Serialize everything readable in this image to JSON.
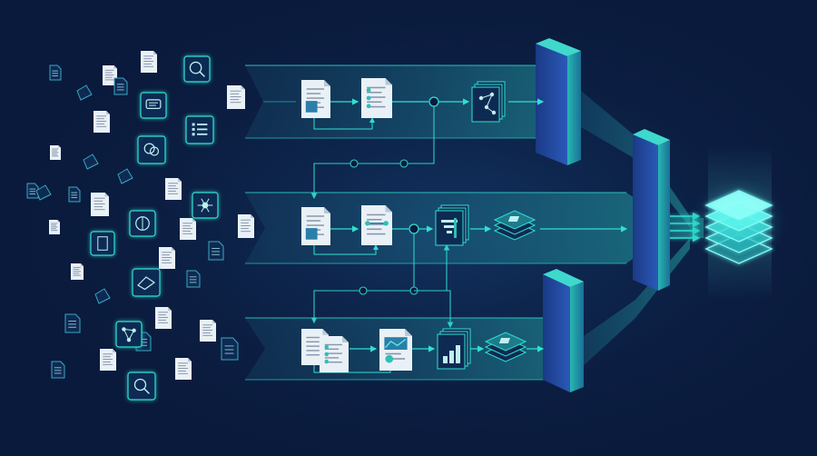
{
  "title": "",
  "colors": {
    "background": "#0a1a3c",
    "background_glow": "#123a5c",
    "teal": "#2fe0d0",
    "teal_dim": "#1a8f98",
    "doc_white": "#e9f1f7",
    "doc_lines": "#7d8ca3",
    "pillar_blue": "#1b3d8c",
    "pillar_teal": "#2fbfb5",
    "stack_glow": "#5ff5ee"
  },
  "icons": {
    "scattered": [
      "document-icon",
      "chat-bubble-icon",
      "search-chart-icon",
      "checklist-icon",
      "gear-network-icon",
      "brain-icon",
      "bird-icon",
      "molecule-icon",
      "magnify-icon",
      "mini-doc-icon"
    ],
    "pipeline": [
      "document-icon",
      "search-document-icon",
      "checklist-document-icon",
      "chart-document-icon",
      "network-stack-icon",
      "bar-chart-stack-icon",
      "layer-stack-icon",
      "funnel-chart-stack-icon"
    ],
    "output": "glowing-layer-stack-icon"
  },
  "lanes": [
    {
      "name": "top-lane",
      "steps": [
        "document",
        "checklist-document",
        "node",
        "network-stack"
      ]
    },
    {
      "name": "middle-lane",
      "steps": [
        "document",
        "link-document",
        "node",
        "bar-chart-stack",
        "layer-stack"
      ]
    },
    {
      "name": "bottom-lane",
      "steps": [
        "document-pair",
        "chart-document",
        "bar-chart-stack",
        "layer-stack"
      ]
    }
  ]
}
